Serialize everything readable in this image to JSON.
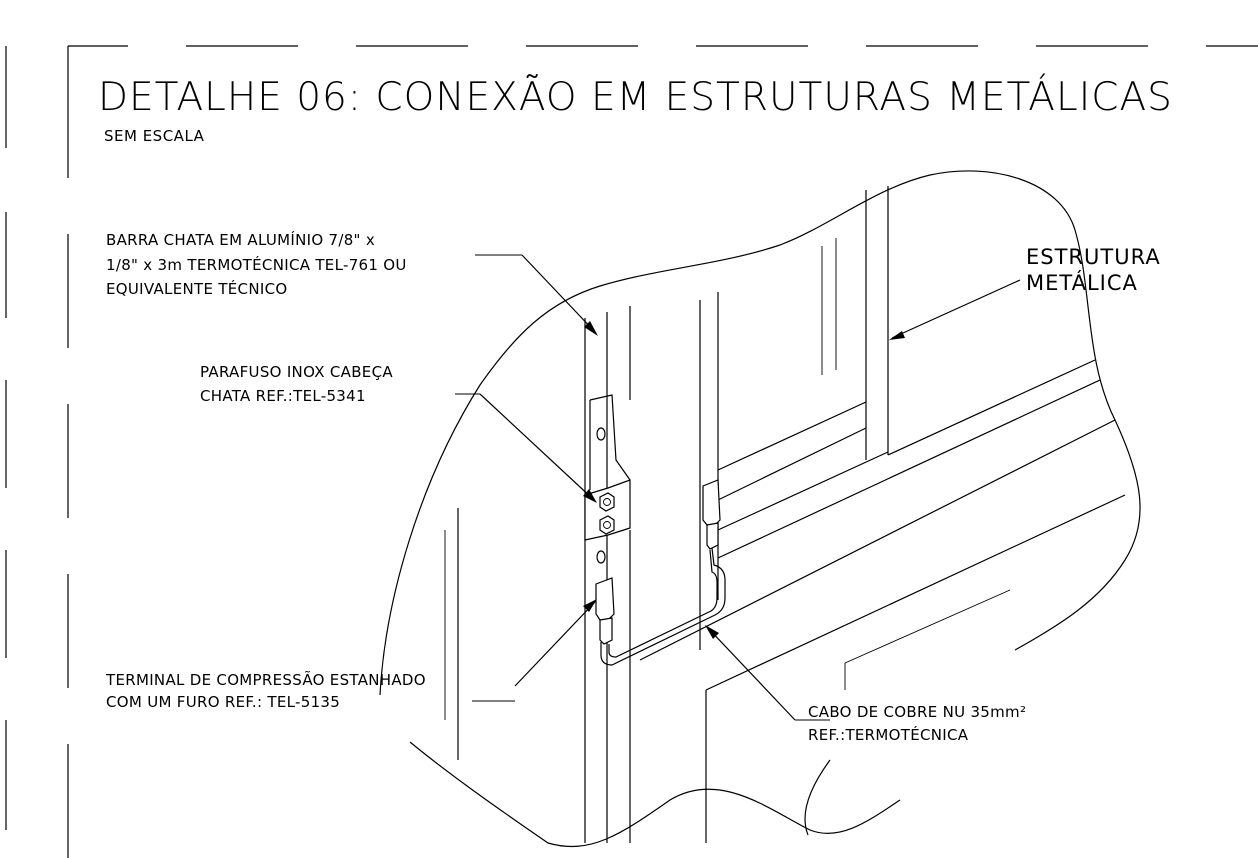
{
  "title": "DETALHE 06: CONEXÃO EM ESTRUTURAS METÁLICAS",
  "subtitle": "SEM ESCALA",
  "labels": {
    "barra": [
      "BARRA CHATA EM ALUMÍNIO 7/8\" x",
      "1/8\" x 3m TERMOTÉCNICA TEL-761 OU",
      "EQUIVALENTE TÉCNICO"
    ],
    "parafuso": [
      "PARAFUSO INOX CABEÇA",
      "CHATA REF.:TEL-5341"
    ],
    "terminal": [
      "TERMINAL DE COMPRESSÃO  ESTANHADO",
      "COM UM FURO REF.: TEL-5135"
    ],
    "cabo": [
      "CABO DE COBRE NU 35mm²",
      "REF.:TERMOTÉCNICA"
    ],
    "estrutura": [
      "ESTRUTURA",
      "METÁLICA"
    ]
  }
}
